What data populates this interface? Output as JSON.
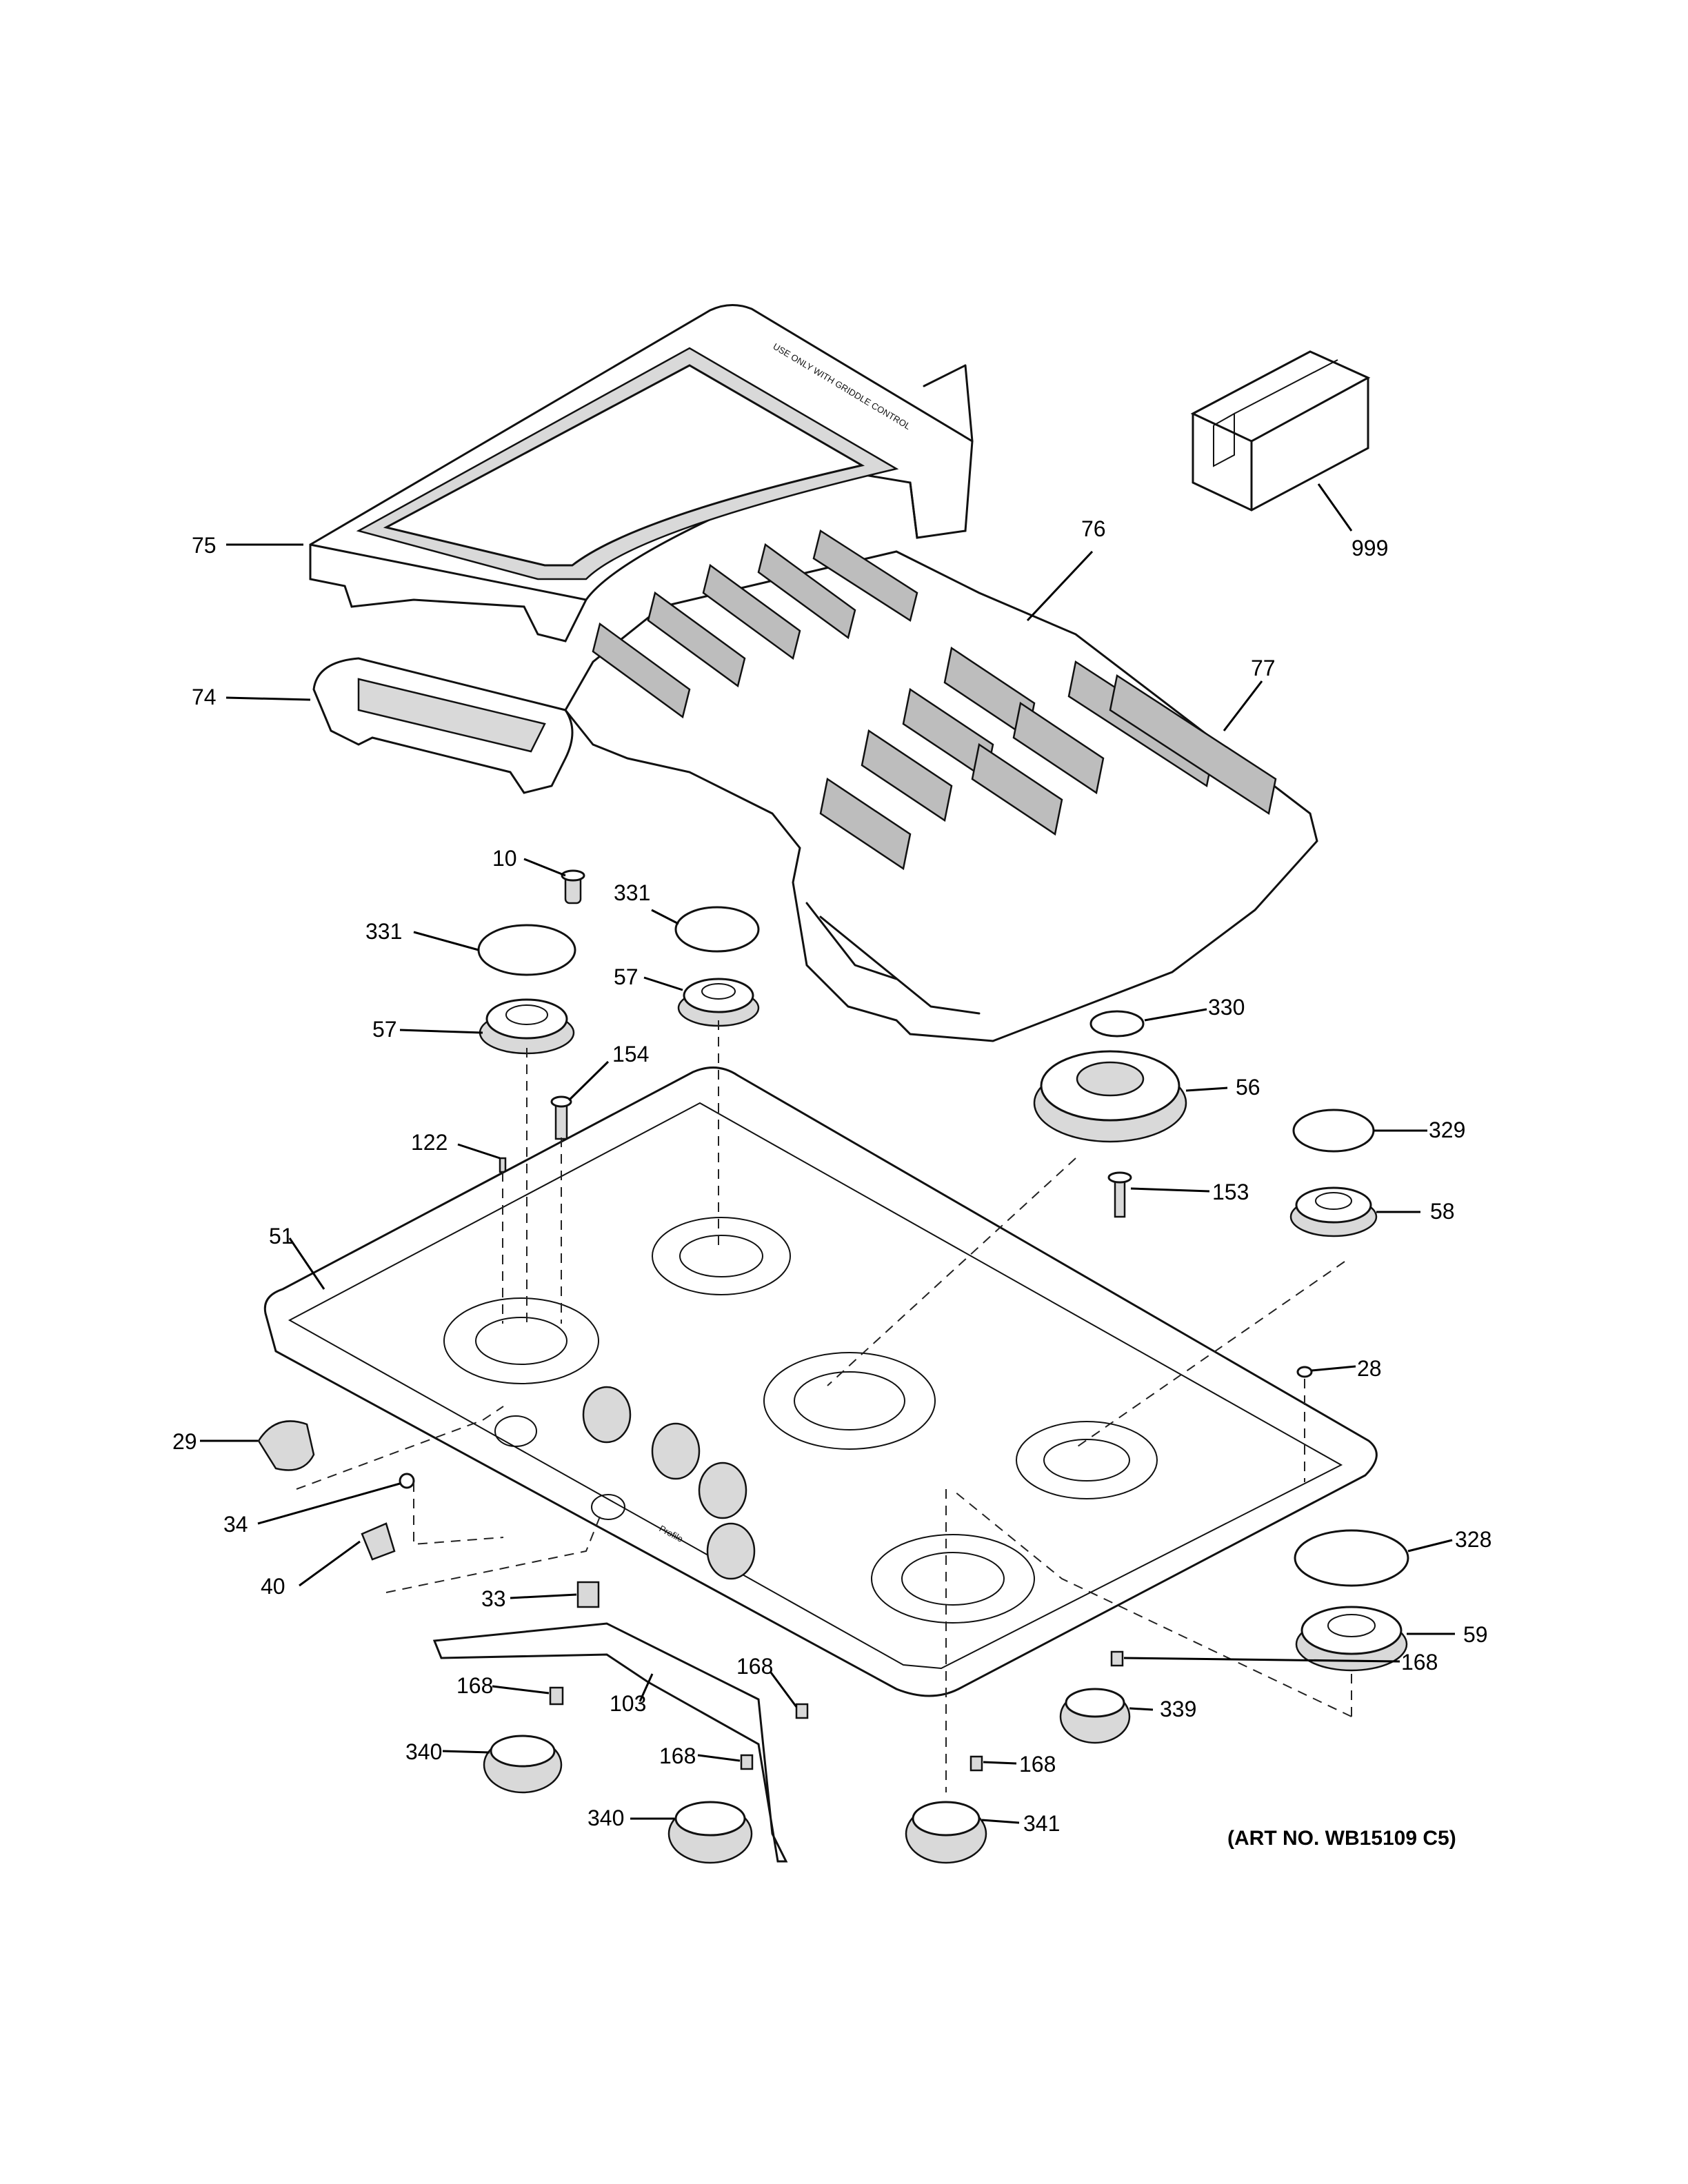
{
  "diagram": {
    "art_number": "(ART NO. WB15109 C5)",
    "griddle_text": "USE ONLY WITH GRIDDLE CONTROL",
    "brand_mark": "Profile",
    "callouts": [
      "999",
      "75",
      "76",
      "74",
      "77",
      "10",
      "331",
      "331",
      "57",
      "57",
      "154",
      "330",
      "56",
      "122",
      "329",
      "153",
      "58",
      "51",
      "28",
      "29",
      "34",
      "40",
      "33",
      "168",
      "168",
      "103",
      "168",
      "168",
      "340",
      "340",
      "168",
      "339",
      "341",
      "328",
      "59"
    ]
  }
}
